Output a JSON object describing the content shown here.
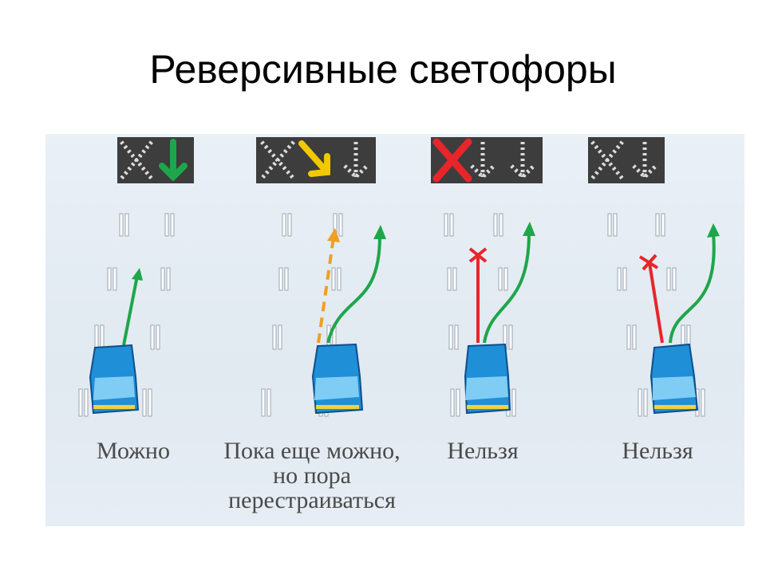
{
  "title": "Реверсивные светофоры",
  "colors": {
    "green": "#1ea64a",
    "yellow": "#f2c800",
    "red": "#e8252a",
    "orange": "#f0a020",
    "signal_bg": "#3d3d3d",
    "dots": "#dcdcdc",
    "car": "#1f8fd8"
  },
  "scenes": [
    {
      "caption": "Можно",
      "signal": "green-down",
      "arrow": "green"
    },
    {
      "caption": "Пока еще можно, но пора перестраиваться",
      "signal": "yellow-diagonal",
      "arrow": "dashed-orange"
    },
    {
      "caption": "Нельзя",
      "signal": "red-x",
      "arrow": "red-blocked"
    },
    {
      "caption": "Нельзя",
      "signal": "dark",
      "arrow": "red-blocked"
    }
  ]
}
